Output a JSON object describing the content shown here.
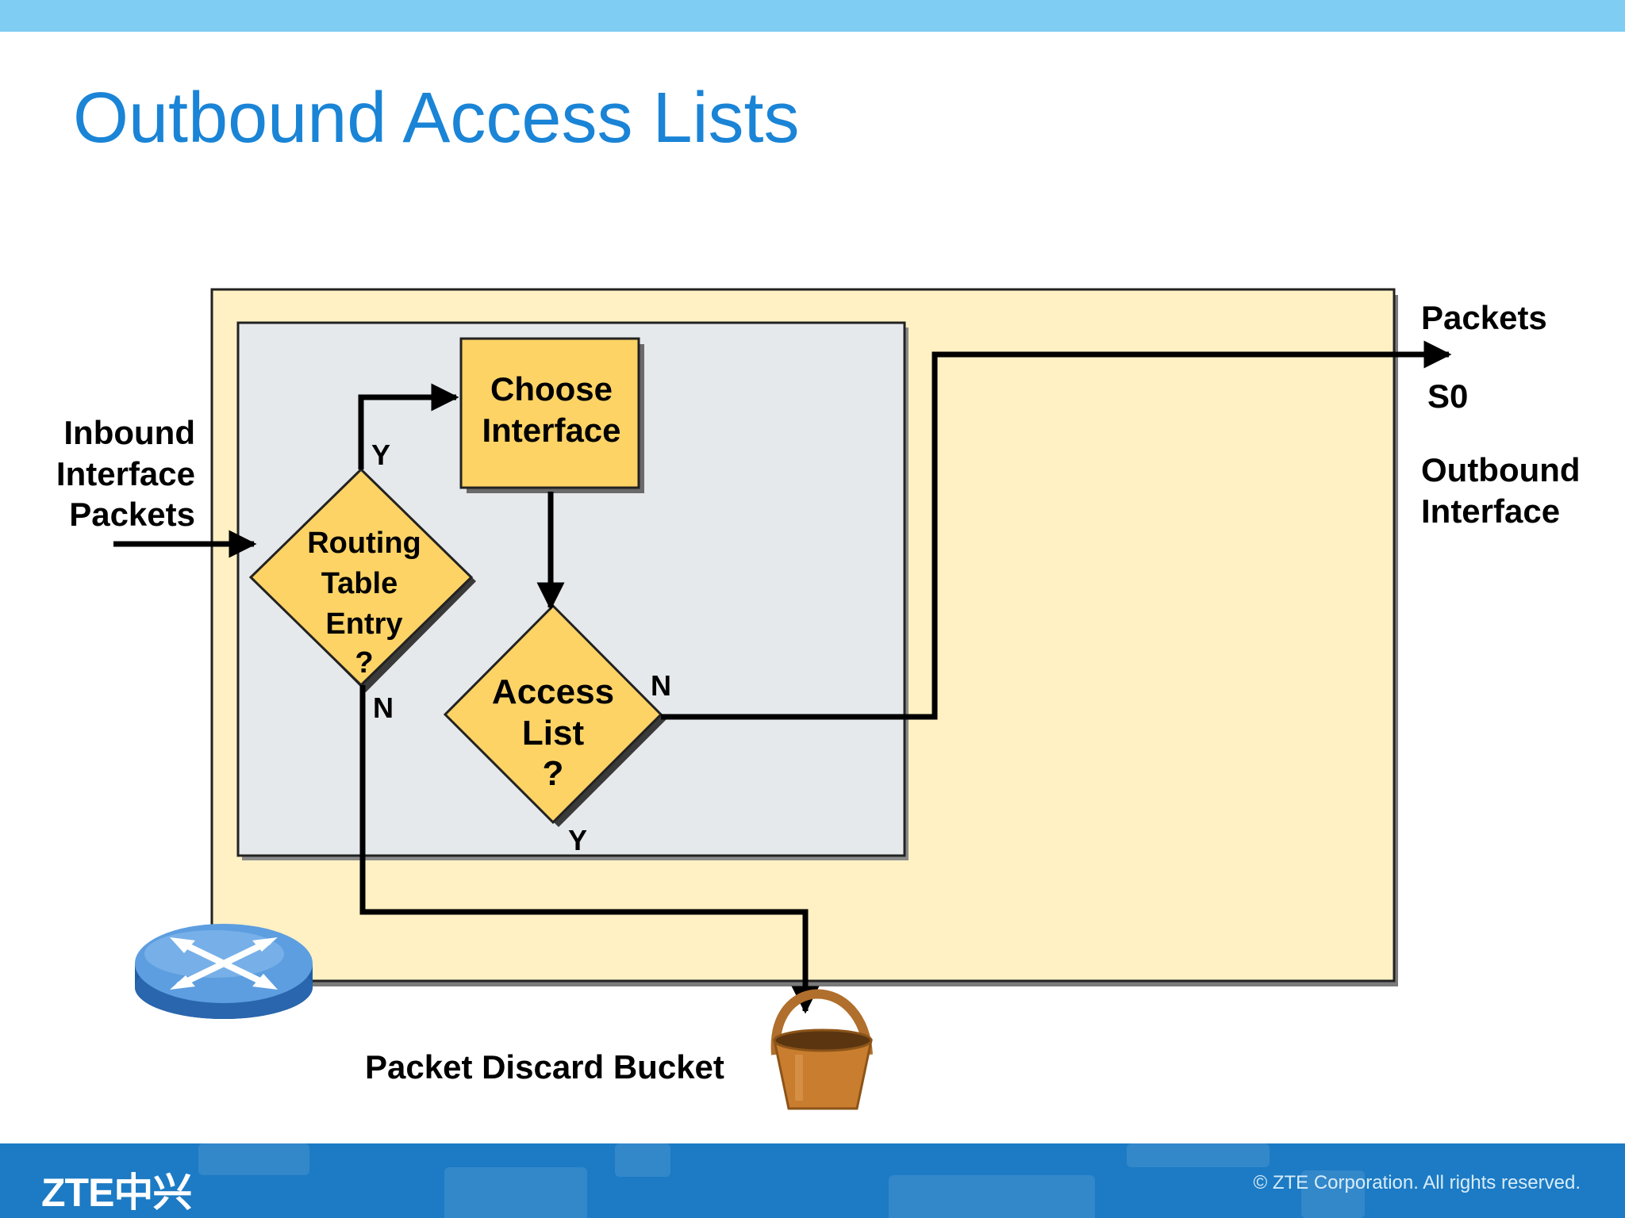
{
  "slide": {
    "title": "Outbound Access Lists"
  },
  "diagram": {
    "inbound_label": [
      "Inbound",
      "Interface",
      "Packets"
    ],
    "choose_interface": [
      "Choose",
      "Interface"
    ],
    "routing_table": [
      "Routing",
      "Table",
      "Entry",
      "?"
    ],
    "access_list": [
      "Access",
      "List",
      "?"
    ],
    "routing_yes": "Y",
    "routing_no": "N",
    "access_no": "N",
    "access_yes": "Y",
    "packets_label": "Packets",
    "s0_label": "S0",
    "outbound_label": [
      "Outbound",
      "Interface"
    ],
    "discard_label": "Packet Discard Bucket",
    "router_icon": "router-icon",
    "bucket_icon": "bucket-icon"
  },
  "colors": {
    "title": "#1a84d6",
    "outer_box": "#fff1c4",
    "inner_box": "#e6e9eb",
    "decision": "#fdd365",
    "top_bar": "#7fcdf3",
    "footer": "#1c7bc4"
  },
  "footer": {
    "logo": "ZTE中兴",
    "copyright": "© ZTE Corporation. All rights reserved."
  }
}
